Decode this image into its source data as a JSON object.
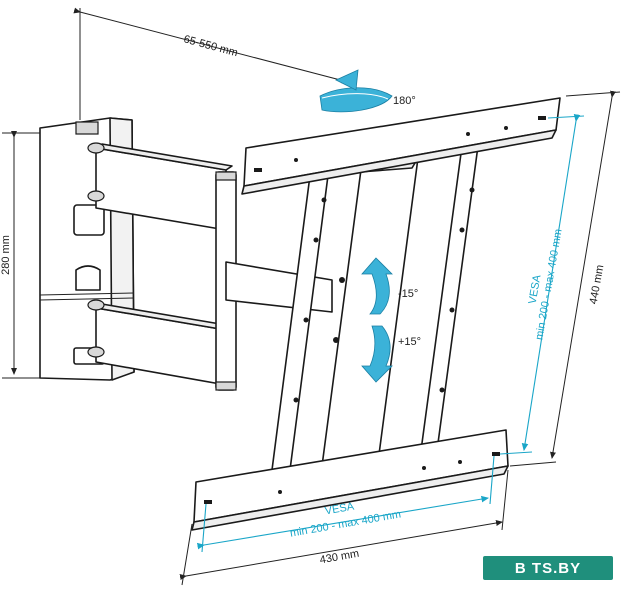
{
  "dimensions": {
    "arm_extension": "65-550 mm",
    "rotation": "180°",
    "height_280": "280 mm",
    "height_440": "440 mm",
    "width_430": "430 mm",
    "tilt_up": "-15°",
    "tilt_down": "+15°"
  },
  "vesa_vertical": {
    "title": "VESA",
    "range": "min 200 - max 400 mm"
  },
  "vesa_horizontal": {
    "title": "VESA",
    "range": "min 200 - max 400 mm"
  },
  "watermark": "B TS.BY",
  "colors": {
    "accent": "#1aa6c8",
    "line": "#1a1a1a",
    "watermark_bg": "#1f8f7c"
  }
}
